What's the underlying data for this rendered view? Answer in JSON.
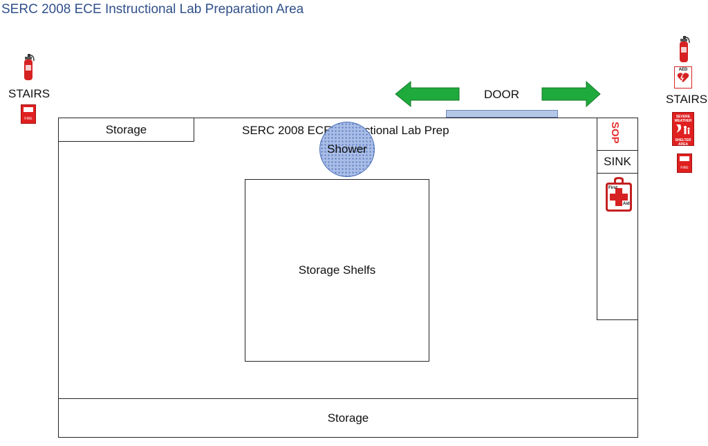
{
  "title": "SERC 2008 ECE Instructional Lab Preparation Area",
  "room_label": "SERC 2008 ECE Instructional Lab Prep",
  "door_label": "DOOR",
  "stairs_left": "STAIRS",
  "stairs_right": "STAIRS",
  "storage_top": "Storage",
  "storage_bottom": "Storage",
  "shelves": "Storage Shelfs",
  "shower": "Shower",
  "sink": "SINK",
  "sop": "SOP",
  "signs": {
    "fire_left": "FIRE",
    "fire_right": "FIRE",
    "aed": "AED",
    "severe_weather_line1": "SEVERE",
    "severe_weather_line2": "WEATHER",
    "shelter_line1": "SHELTER",
    "shelter_line2": "AREA",
    "first_aid_line1": "First",
    "first_aid_line2": "Aid"
  },
  "colors": {
    "title": "#2f4f8a",
    "arrow": "#1faa3c",
    "door_bar": "#b4c7e7",
    "shower": "#a9bde6",
    "sop": "#e53030",
    "sign_red": "#e02020"
  }
}
